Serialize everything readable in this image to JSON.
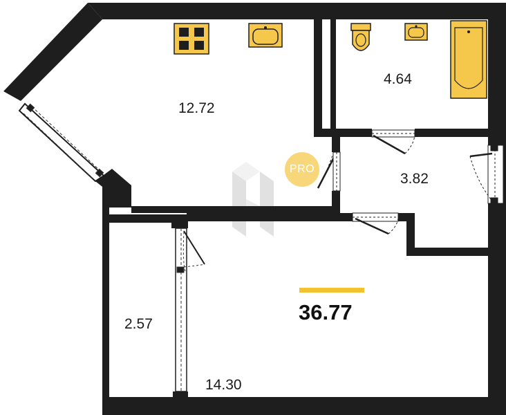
{
  "rooms": {
    "kitchen_living": "12.72",
    "bathroom": "4.64",
    "hallway": "3.82",
    "balcony": "2.57",
    "room": "14.30"
  },
  "total_area": "36.77",
  "badge": "PRO",
  "colors": {
    "wall": "#1e1e1e",
    "fixture_fill": "#f5c74a",
    "fixture_stroke": "#1e1e1e",
    "accent": "#f2c230",
    "badge": "#f7d77a",
    "watermark": "#c8c8c8"
  }
}
